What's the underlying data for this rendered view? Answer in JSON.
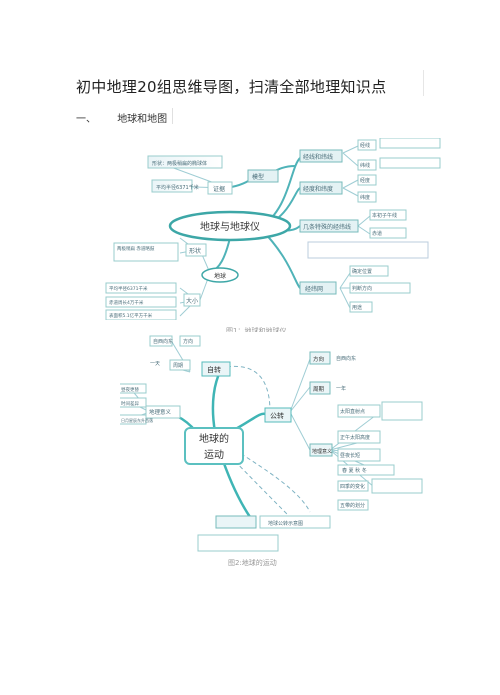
{
  "title": "初中地理20组思维导图，扫清全部地理知识点",
  "section": {
    "number": "一、",
    "label": "地球和地图"
  },
  "figure1": {
    "caption": "图1：地球和地球仪",
    "center": "地球与地球仪",
    "nodes": {
      "n_top_left": "形状：两极稍扁的椭球体",
      "n_prove": "证据",
      "n_size_l": "平均半径6371千米",
      "n_model": "模型",
      "n_grid": "经线和纬线",
      "n_lon": "经线",
      "n_lat": "纬线",
      "n_lat_lon": "经度和纬度",
      "n_jing": "经度",
      "n_wei": "纬度",
      "n_special": "几条特殊的经纬线",
      "n_s1": "本初子午线",
      "n_s2": "赤道",
      "n_net": "经纬网",
      "n_net1": "确定位置",
      "n_net2": "判断方向",
      "n_net3": "用途",
      "n_earth": "地球",
      "n_shape": "形状",
      "n_size": "大小",
      "n_shape_d": "两极稍扁 赤道略鼓",
      "n_size1": "平均半径6371千米",
      "n_size2": "赤道周长4万千米",
      "n_size3": "表面积5.1亿平方千米"
    }
  },
  "figure2": {
    "caption": "图2:地球的运动",
    "center_line1": "地球的",
    "center_line2": "运动",
    "nodes": {
      "rot": "自转",
      "rev": "公转",
      "dir": "方向",
      "dir_v": "自西向东",
      "per": "周期",
      "per_v": "一年",
      "rdir": "方向",
      "rdir_v": "自西向东",
      "rper": "周期",
      "rper_v": "一天",
      "geo": "地理意义",
      "g1": "昼夜更替",
      "g2": "时间差异",
      "g3": "日月星辰东升西落",
      "r1": "太阳直射点",
      "r2": "昼夜长短",
      "r3": "正午太阳高度",
      "r4": "四季的变化",
      "r5": "五带的划分",
      "seasons": "春  夏  秋  冬",
      "bottom": "地球公转示意图",
      "geo2": "地理意义"
    }
  }
}
